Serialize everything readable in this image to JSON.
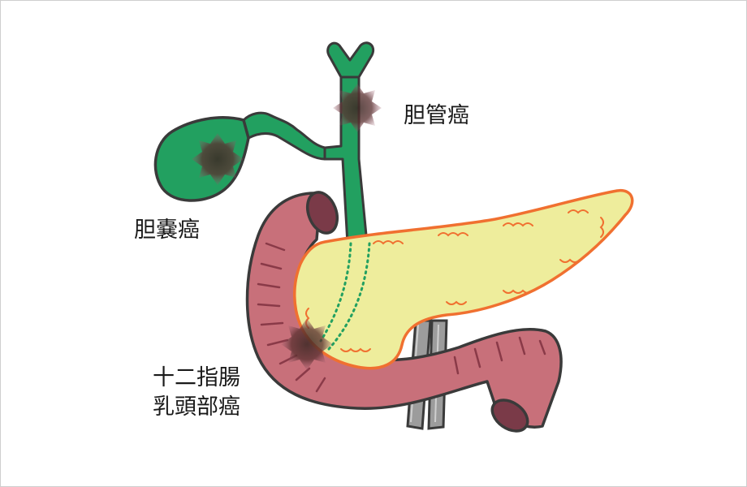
{
  "labels": {
    "bile_duct_cancer": "胆管癌",
    "gallbladder_cancer": "胆嚢癌",
    "papilla_cancer_line1": "十二指腸",
    "papilla_cancer_line2": "乳頭部癌"
  },
  "colors": {
    "bile_duct": "#22a060",
    "pancreas": "#eeed9c",
    "pancreas_outline": "#f07030",
    "duodenum": "#c8707a",
    "vessel": "#9a9a9a",
    "tumor": "#4a2a28",
    "outline": "#3a3a3a"
  }
}
